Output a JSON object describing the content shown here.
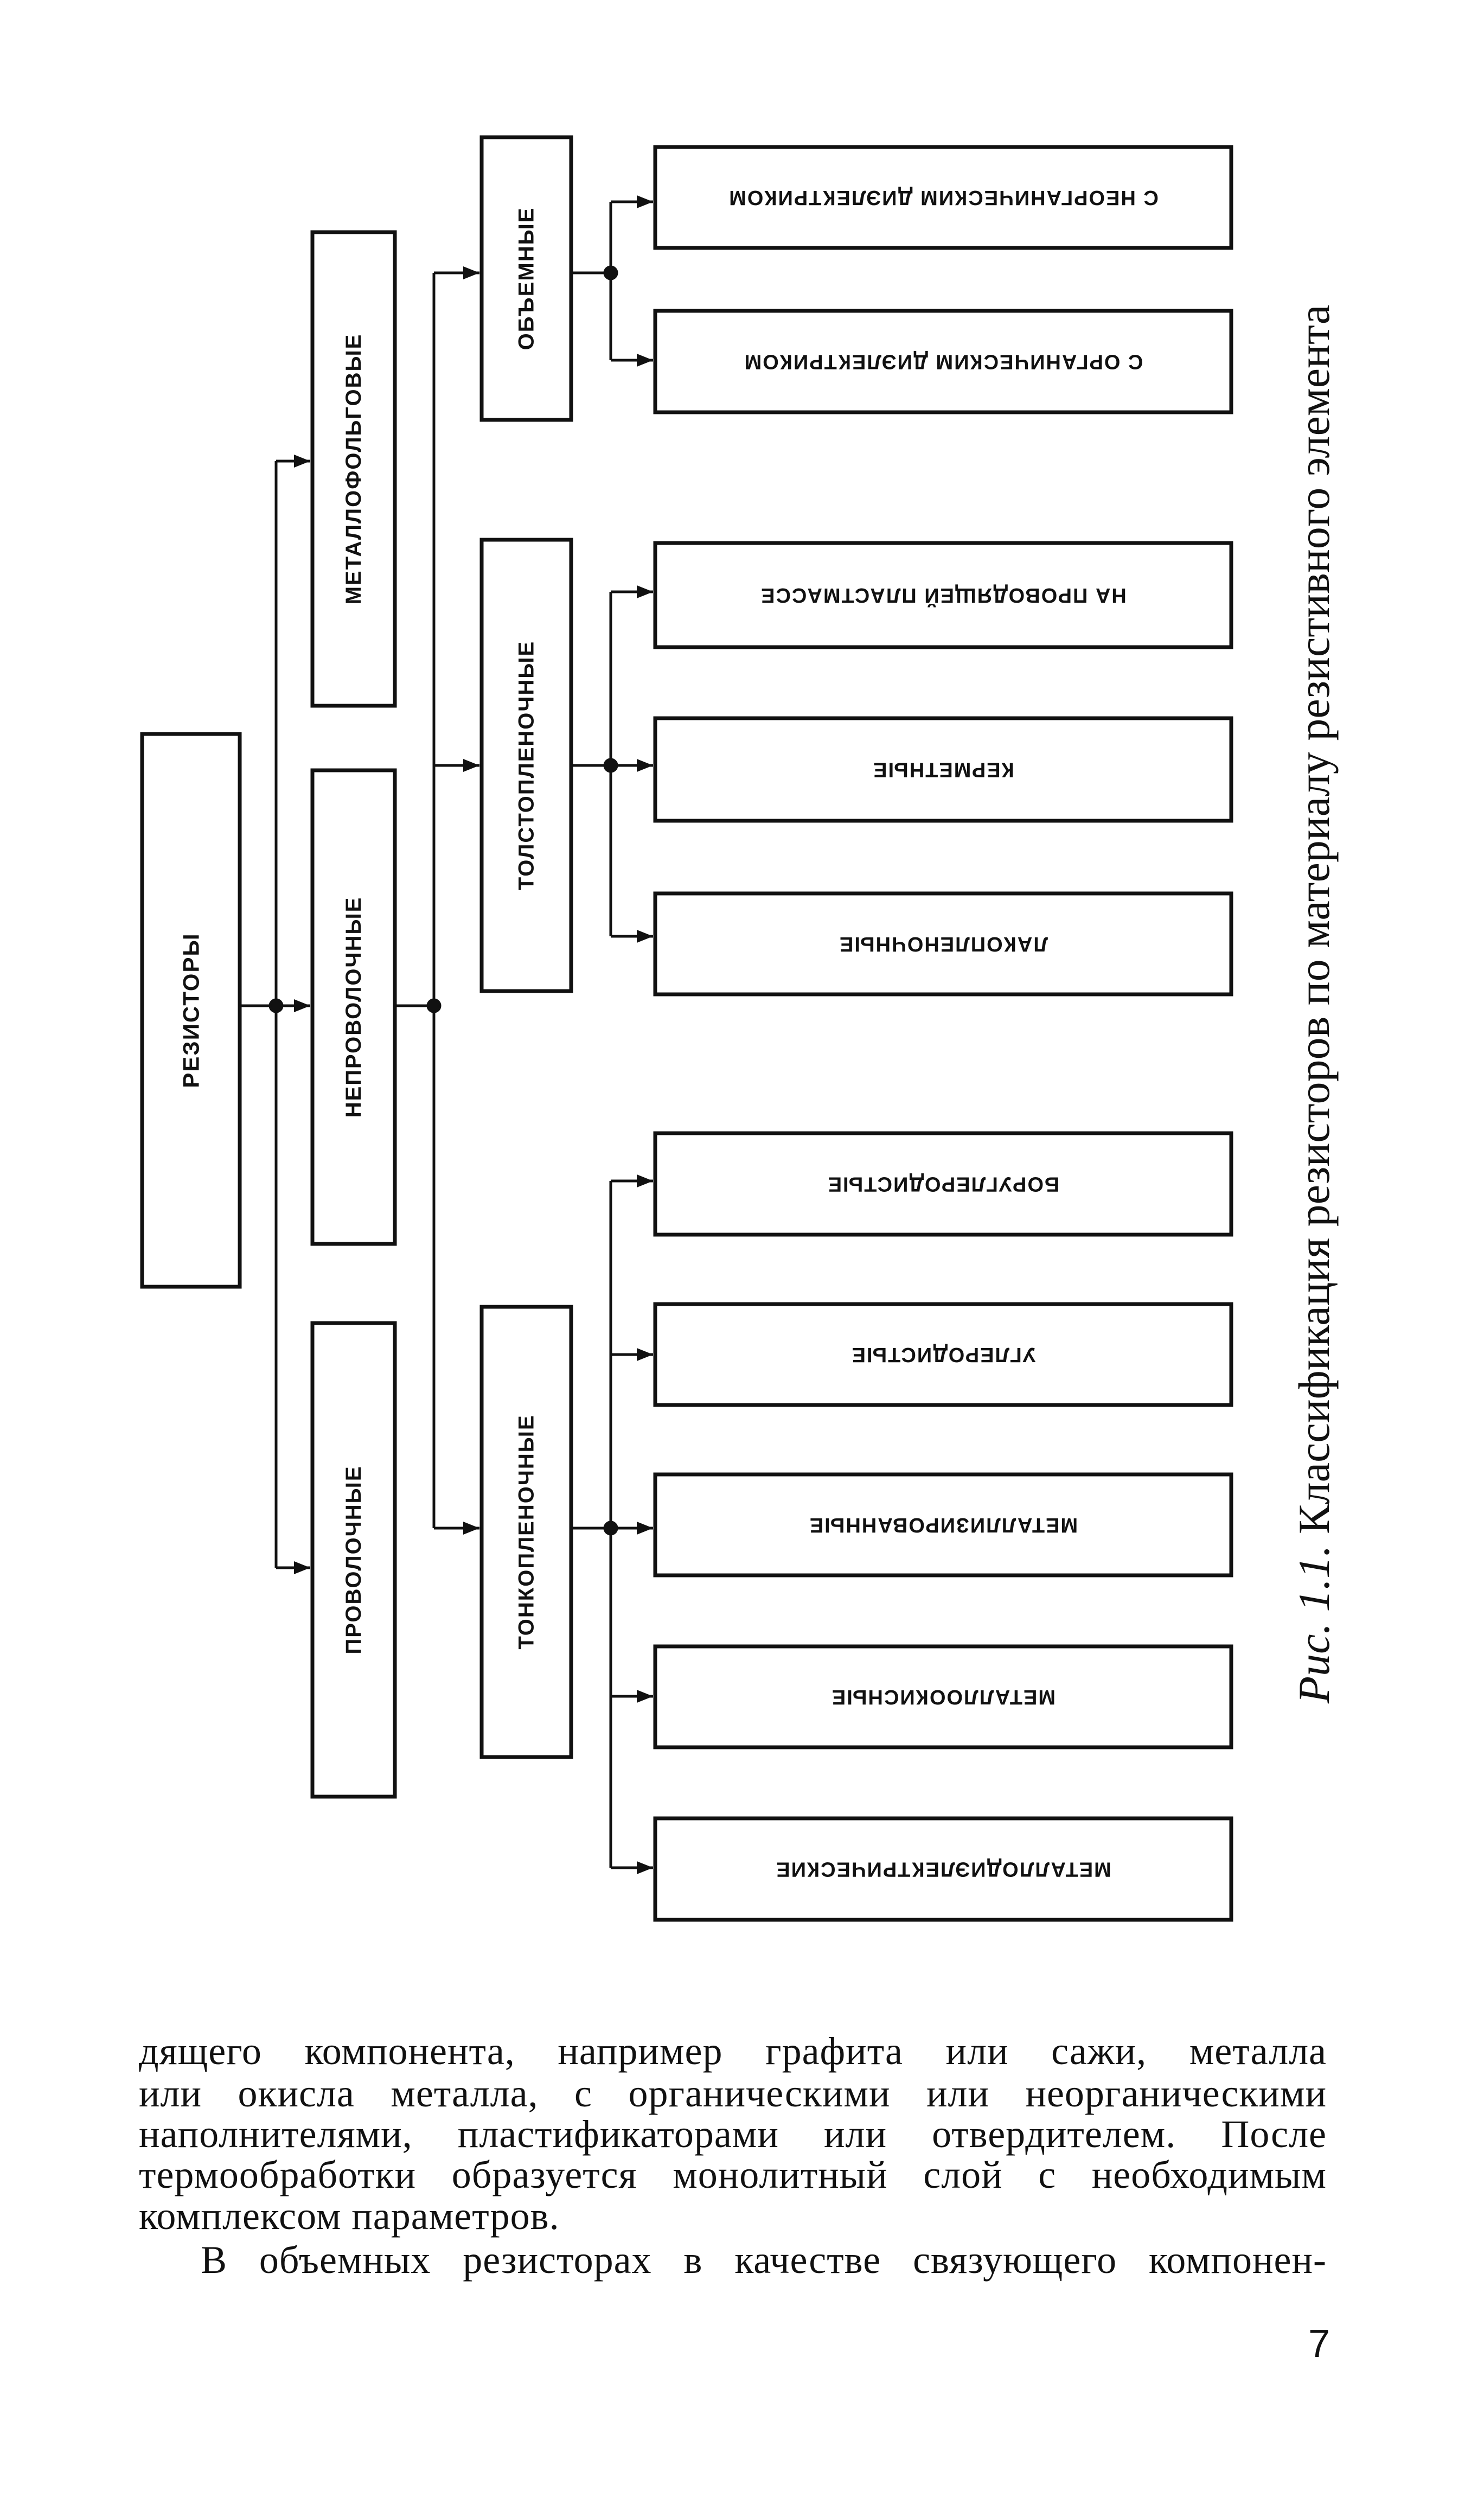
{
  "diagram": {
    "root": "РЕЗИСТОРЫ",
    "level1": [
      "МЕТАЛЛОФОЛЬГОВЫЕ",
      "НЕПРОВОЛОЧНЫЕ",
      "ПРОВОЛОЧНЫЕ"
    ],
    "level2": [
      "ОБЪЕМНЫЕ",
      "ТОЛСТОПЛЕНОЧНЫЕ",
      "ТОНКОПЛЕНОЧНЫЕ"
    ],
    "leaves": [
      "С НЕОРГАНИЧЕСКИМ ДИЭЛЕКТРИКОМ",
      "С ОРГАНИЧЕСКИМ ДИЭЛЕКТРИКОМ",
      "НА ПРОВОДЯЩЕЙ ПЛАСТМАССЕ",
      "КЕРМЕТНЫЕ",
      "ЛАКОПЛЕНОЧНЫЕ",
      "БОРУГЛЕРОДИСТЫЕ",
      "УГЛЕРОДИСТЫЕ",
      "МЕТАЛЛИЗИРОВАННЫЕ",
      "МЕТАЛЛООКИСНЫЕ",
      "МЕТАЛЛОДИЭЛЕКТРИЧЕСКИЕ"
    ]
  },
  "caption": {
    "label": "Рис. 1.1.",
    "text": "Классификация резисторов по материалу резистивного элемента"
  },
  "body": {
    "lines": [
      "дящего компонента, например  графита или сажи, металла",
      "или окисла металла, с органическими или неорганическими",
      "наполнителями, пластификаторами или отвердителем. После",
      "термообработки образуется монолитный слой с необходимым",
      "комплексом параметров.",
      "В объемных резисторах в качестве связующего компонен-"
    ]
  },
  "page_number": "7"
}
